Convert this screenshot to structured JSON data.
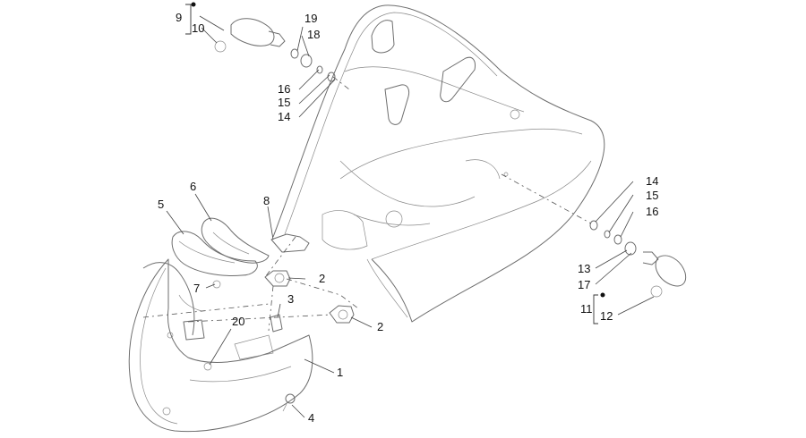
{
  "diagram": {
    "parts": {
      "p1": "1",
      "p2a": "2",
      "p2b": "2",
      "p3": "3",
      "p4": "4",
      "p5": "5",
      "p6": "6",
      "p7": "7",
      "p8": "8",
      "p9": "9",
      "p10": "10",
      "p11": "11",
      "p12": "12",
      "p13": "13",
      "p14a": "14",
      "p14b": "14",
      "p15a": "15",
      "p15b": "15",
      "p16a": "16",
      "p16b": "16",
      "p17": "17",
      "p18": "18",
      "p19": "19",
      "p20": "20"
    }
  }
}
